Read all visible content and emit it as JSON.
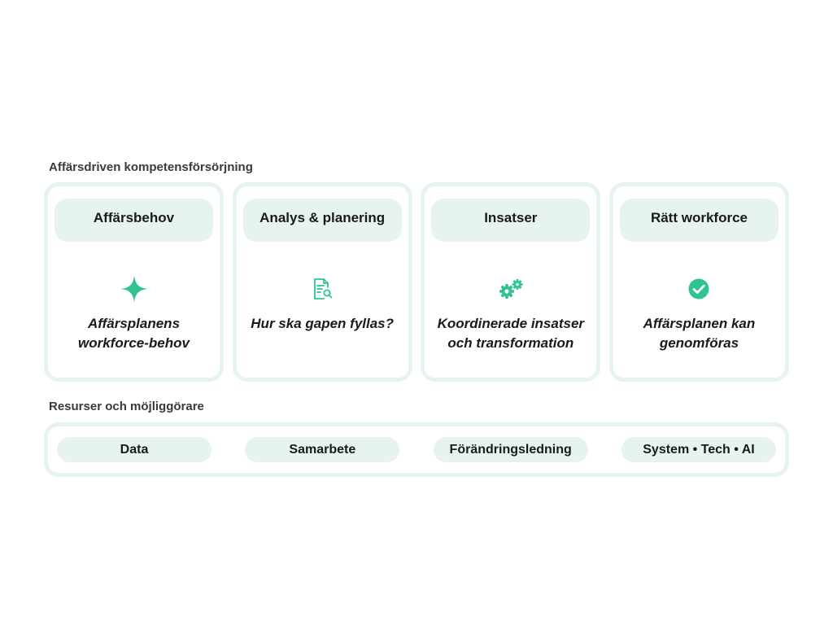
{
  "top_section": {
    "label": "Affärsdriven kompetensförsörjning",
    "cards": [
      {
        "header": "Affärsbehov",
        "icon": "sparkle-icon",
        "text": "Affärsplanens\nworkforce-behov"
      },
      {
        "header": "Analys & planering",
        "icon": "document-search-icon",
        "text": "Hur ska gapen fyllas?"
      },
      {
        "header": "Insatser",
        "icon": "gears-icon",
        "text": "Koordinerade insatser\noch transformation"
      },
      {
        "header": "Rätt workforce",
        "icon": "check-circle-icon",
        "text": "Affärsplanen kan\ngenomföras"
      }
    ]
  },
  "bottom_section": {
    "label": "Resurser och möjliggörare",
    "items": [
      "Data",
      "Samarbete",
      "Förändringsledning",
      "System • Tech • AI"
    ]
  },
  "colors": {
    "accent": "#2ec48f",
    "panel": "#e6f3ee",
    "text": "#1a1a1a"
  }
}
